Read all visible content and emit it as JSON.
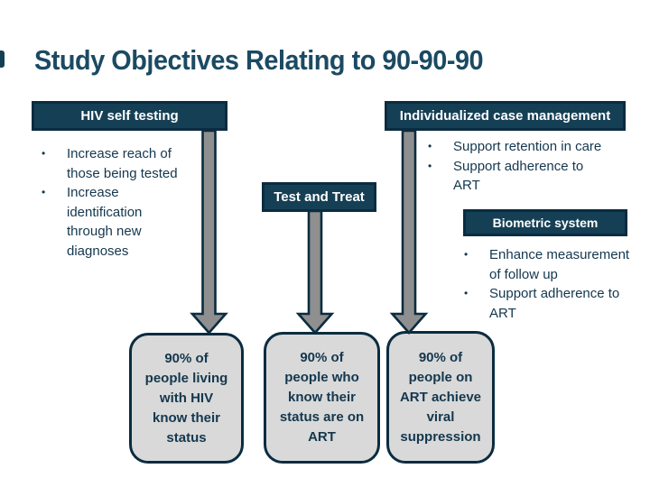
{
  "colors": {
    "navy": "#153f54",
    "navy-border": "#0b2c40",
    "title": "#1b4a63",
    "text": "#14374e",
    "box-gray": "#d9d9d9",
    "arrow-gray": "#8f8f8f"
  },
  "title": "Study Objectives Relating to 90-90-90",
  "pillars": {
    "hiv_self_testing": {
      "header": "HIV self testing",
      "bullets": [
        "Increase reach of\nthose being tested",
        "Increase\nidentification\nthrough new\ndiagnoses"
      ]
    },
    "test_and_treat": {
      "header": "Test and Treat"
    },
    "case_management": {
      "header": "Individualized case management",
      "bullets": [
        "Support retention in care",
        "Support adherence to\nART"
      ]
    },
    "biometric_system": {
      "header": "Biometric system",
      "bullets": [
        "Enhance measurement\nof follow up",
        "Support adherence to\nART"
      ]
    }
  },
  "outcomes": [
    {
      "label": "90% of\npeople living\nwith HIV\nknow their\nstatus"
    },
    {
      "label": "90% of\npeople who\nknow their\nstatus are on\nART"
    },
    {
      "label": "90% of\npeople on\nART achieve\nviral\nsuppression"
    }
  ]
}
